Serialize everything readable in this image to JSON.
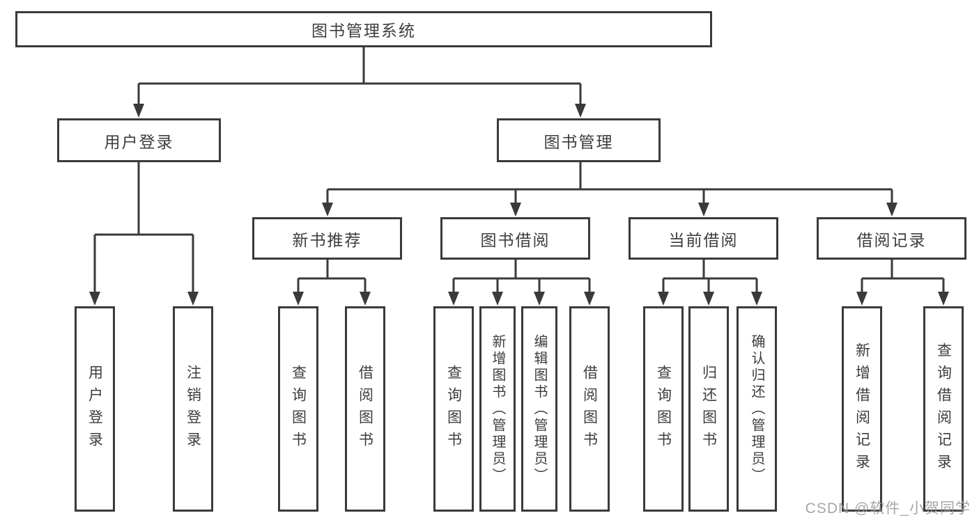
{
  "root": {
    "label": "图书管理系统"
  },
  "user_login": {
    "label": "用户登录",
    "children": [
      {
        "label": "用户登录"
      },
      {
        "label": "注销登录"
      }
    ]
  },
  "book_mgmt": {
    "label": "图书管理"
  },
  "new_book": {
    "label": "新书推荐",
    "children": [
      {
        "label": "查询图书"
      },
      {
        "label": "借阅图书"
      }
    ]
  },
  "book_borrow": {
    "label": "图书借阅",
    "children": [
      {
        "label": "查询图书"
      },
      {
        "label": "新增图书（管理员）"
      },
      {
        "label": "编辑图书（管理员）"
      },
      {
        "label": "借阅图书"
      }
    ]
  },
  "current_borrow": {
    "label": "当前借阅",
    "children": [
      {
        "label": "查询图书"
      },
      {
        "label": "归还图书"
      },
      {
        "label": "确认归还（管理员）"
      }
    ]
  },
  "borrow_record": {
    "label": "借阅记录",
    "children": [
      {
        "label": "新增借阅记录"
      },
      {
        "label": "查询借阅记录"
      }
    ]
  },
  "watermark": {
    "text": "CSDN @软件_小贺同学"
  },
  "colors": {
    "line": "#3a3a3a",
    "text": "#3d3d3d",
    "background": "#ffffff",
    "watermark": "#969696"
  }
}
